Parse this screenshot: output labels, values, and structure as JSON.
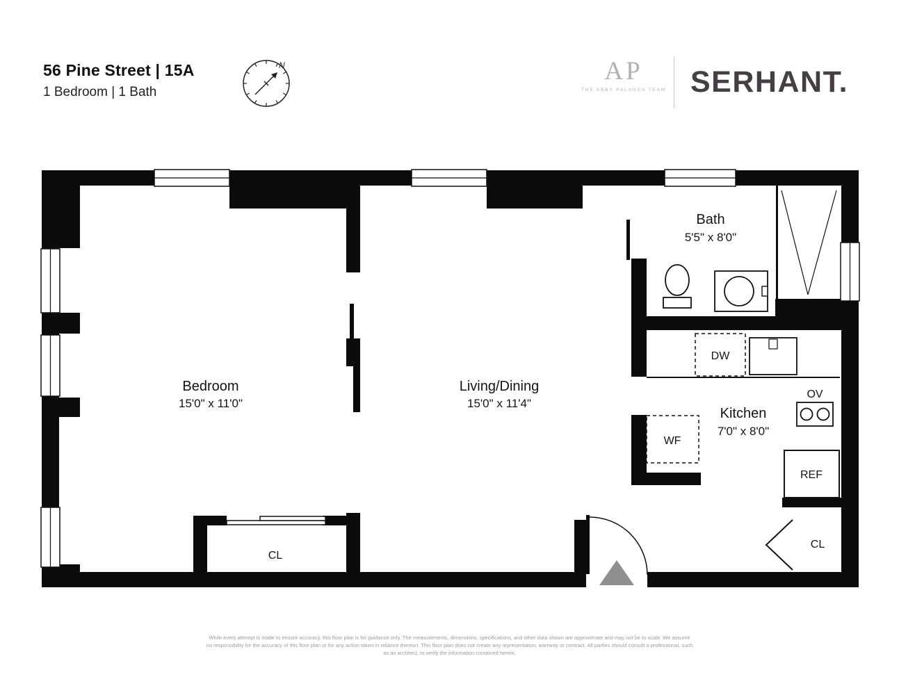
{
  "header": {
    "title": "56 Pine Street | 15A",
    "subtitle": "1 Bedroom | 1 Bath"
  },
  "branding": {
    "monogram": "AP",
    "team_name": "THE ABBY PALANCA TEAM",
    "company": "SERHANT.",
    "monogram_color": "#b6aeb0",
    "company_color": "#453e44"
  },
  "compass": {
    "north_label": "N"
  },
  "floorplan": {
    "rooms": [
      {
        "name": "Bedroom",
        "dims": "15'0\" x 11'0\""
      },
      {
        "name": "Living/Dining",
        "dims": "15'0\" x 11'4\""
      },
      {
        "name": "Bath",
        "dims": "5'5\" x 8'0\""
      },
      {
        "name": "Kitchen",
        "dims": "7'0\" x 8'0\""
      }
    ],
    "fixtures": {
      "dishwasher": "DW",
      "oven": "OV",
      "washer": "WF",
      "refrigerator": "REF",
      "bedroom_closet": "CL",
      "entry_closet": "CL"
    },
    "wall_color": "#0b0b0b"
  },
  "footer": {
    "disclaimer": "While every attempt is made to ensure accuracy, this floor plan is for guidance only. The measurements, dimensions, specifications, and other data shown are approximate and may not be to scale. We assume no responsibility for the accuracy of this floor plan or for any action taken in reliance thereon. This floor plan does not create any representation, warranty or contract. All parties should consult a professional, such as an architect, to verify the information contained herein."
  }
}
